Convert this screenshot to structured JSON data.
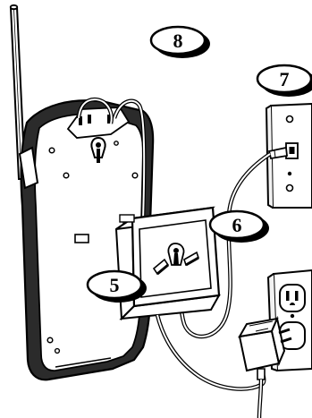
{
  "callouts": {
    "step_5": "5",
    "step_6": "6",
    "step_7": "7",
    "step_8": "8"
  }
}
